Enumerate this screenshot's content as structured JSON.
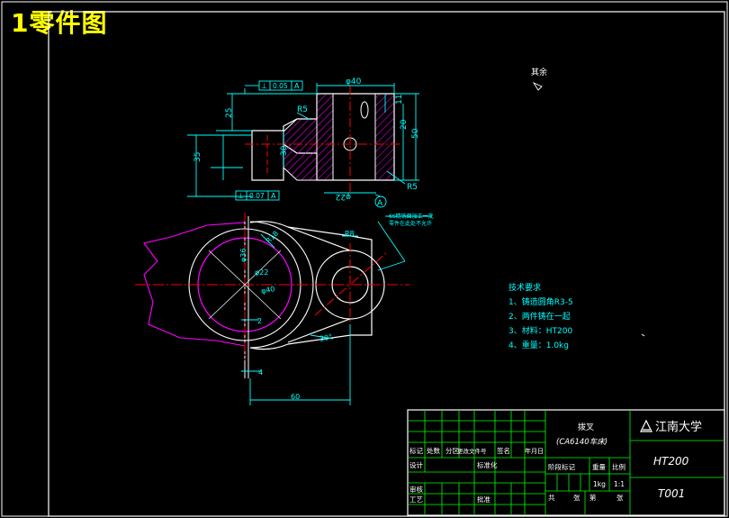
{
  "heading": "1零件图",
  "colors": {
    "background": "#000000",
    "heading": "#ffff00",
    "frame": "#ffffff",
    "title_block": "#00ff00",
    "outline": "#ffffff",
    "hatch": "#ff00ff",
    "dimension": "#00ffff",
    "centerline": "#ff0000",
    "reference_part": "#ff00ff",
    "notes_text": "#00ffff"
  },
  "front_view": {
    "dims": [
      "φ40",
      "25",
      "50",
      "20",
      "11",
      "35",
      "30",
      "φ22",
      "R5",
      "R5"
    ],
    "tolerance_top": {
      "symbol": "⊥",
      "value": "0.05",
      "datum": "A"
    },
    "tolerance_bottom": {
      "symbol": "⊥",
      "value": "0.07",
      "datum": "A"
    },
    "datum_label": "A",
    "surface_note": "其余"
  },
  "top_view": {
    "dims": [
      "R8",
      "φ22",
      "φ40",
      "R18",
      "φ36",
      "2",
      "4",
      "60",
      "30°"
    ],
    "note": "6S精铣面加工一批\n零件在此处不允许"
  },
  "notes": {
    "title": "技术要求",
    "items": [
      "1、铸造圆角R3-5",
      "2、两件铸在一起",
      "3、材料：HT200",
      "4、重量：1.0kg"
    ]
  },
  "title_block": {
    "part_name": "拨叉",
    "part_sub": "(CA6140车床)",
    "school": "江南大学",
    "material": "HT200",
    "drawing_no": "T001",
    "headers": [
      "标记",
      "处数",
      "分区",
      "更改文件号",
      "签名",
      "年月日"
    ],
    "row_design": [
      "设计",
      "标准化"
    ],
    "row_review": [
      "审核"
    ],
    "row_process": [
      "工艺",
      "批准"
    ],
    "stage_headers": [
      "阶段标记",
      "重量",
      "比例"
    ],
    "weight": "1kg",
    "scale": "1:1",
    "sheets": [
      "共",
      "张",
      "第",
      "张"
    ]
  }
}
